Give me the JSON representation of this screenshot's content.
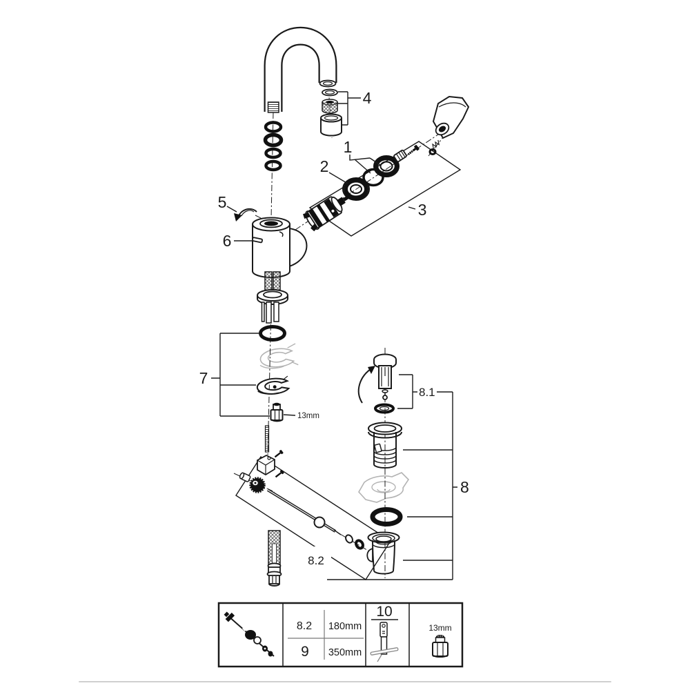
{
  "diagram": {
    "callouts": {
      "c1": "1",
      "c2": "2",
      "c3": "3",
      "c4": "4",
      "c5": "5",
      "c6": "6",
      "c7": "7",
      "c8": "8",
      "c8_1": "8.1",
      "c8_2": "8.2"
    },
    "wrench_size": "13mm"
  },
  "parts_table": {
    "rows": [
      {
        "ref": "8.2",
        "length": "180mm"
      },
      {
        "ref": "9",
        "length": "350mm"
      }
    ],
    "tool_ref": "10",
    "socket_size": "13mm"
  },
  "colors": {
    "line": "#1a1a1a",
    "ghost": "#b3b3b3",
    "divider": "#cfcfcf"
  }
}
